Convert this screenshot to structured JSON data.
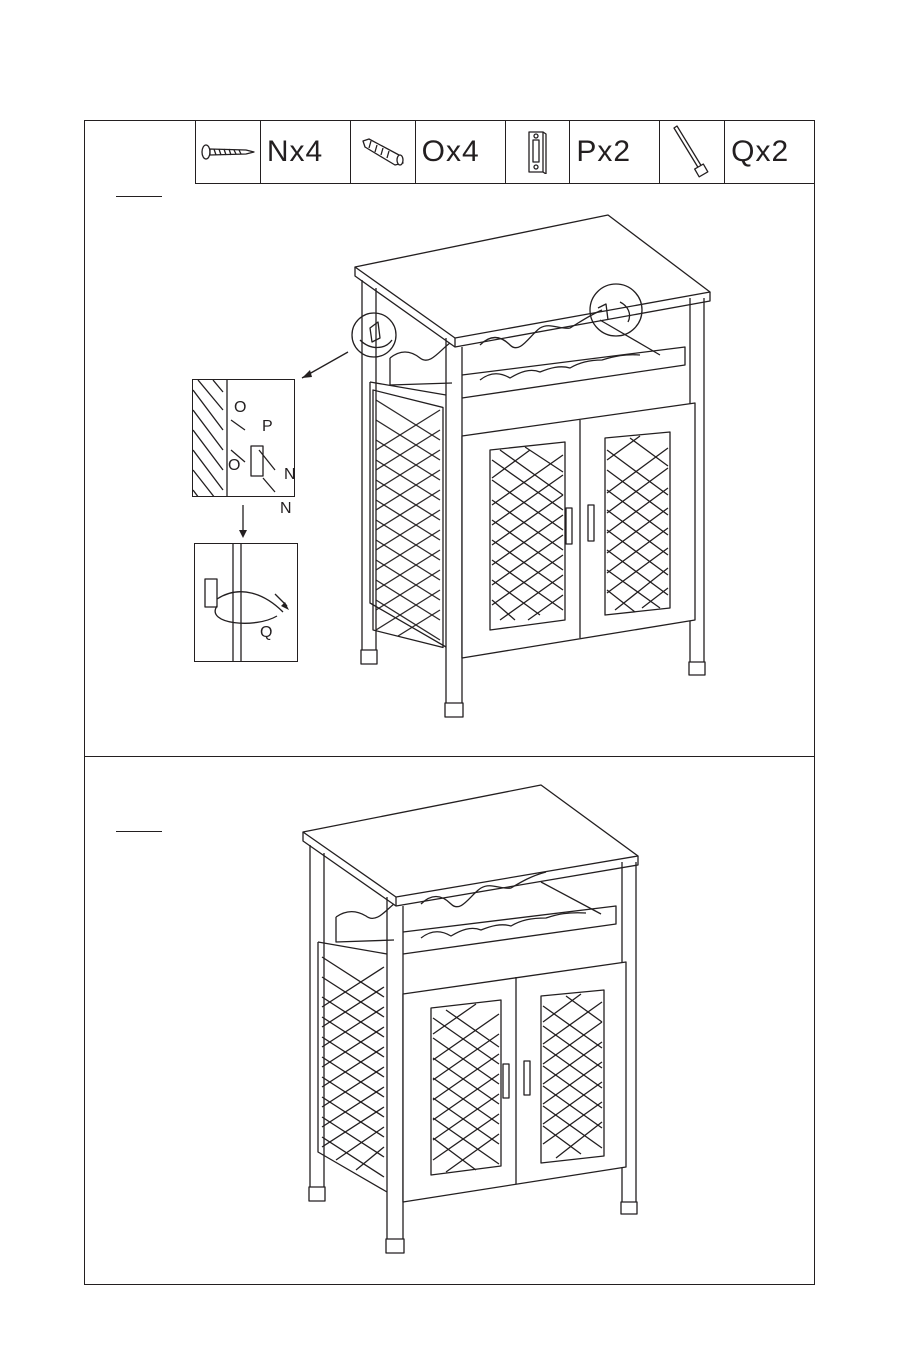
{
  "parts": [
    {
      "icon": "screw-icon",
      "label": "Nx4"
    },
    {
      "icon": "wall-anchor-icon",
      "label": "Ox4"
    },
    {
      "icon": "bracket-plate-icon",
      "label": "Px2"
    },
    {
      "icon": "cable-tie-icon",
      "label": "Qx2"
    }
  ],
  "detail_labels": {
    "o_top": "O",
    "o_bottom": "O",
    "p": "P",
    "n_top": "N",
    "n_bottom": "N",
    "q": "Q"
  }
}
